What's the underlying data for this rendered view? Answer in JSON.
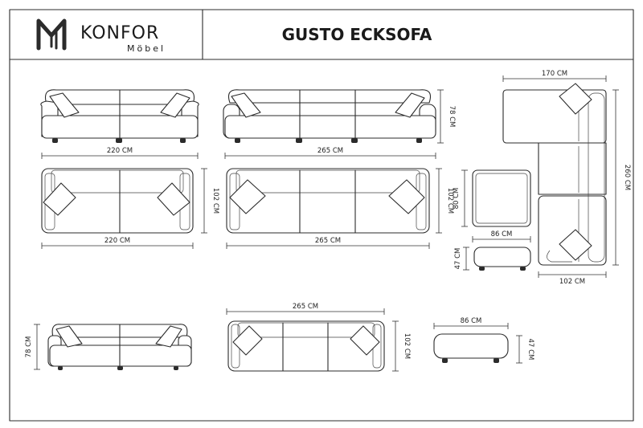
{
  "brand": {
    "name": "KONFOR",
    "sub": "Möbel"
  },
  "title": "GUSTO ECKSOFA",
  "dimensions": {
    "sofa2_front_width": "220 CM",
    "sofa3_front_width": "265 CM",
    "sofa3_front_height": "78 CM",
    "sofa2_top_width": "220 CM",
    "sofa3_top_width": "265 CM",
    "sofa3_top_depth": "102 CM",
    "sofa2_top_depth": "102 CM",
    "corner_top_width": "170 CM",
    "corner_total_length": "260 CM",
    "corner_bottom_depth": "102 CM",
    "ottoman_top_depth": "80 CM",
    "ottoman_top_width": "86 CM",
    "ottoman_side_height": "47 CM",
    "sofa2_bottom_height": "78 CM",
    "sofa3_bottom_width": "265 CM",
    "sofa3_bottom_depth": "102 CM",
    "ottoman_bottom_width": "86 CM",
    "ottoman_bottom_height": "47 CM"
  }
}
